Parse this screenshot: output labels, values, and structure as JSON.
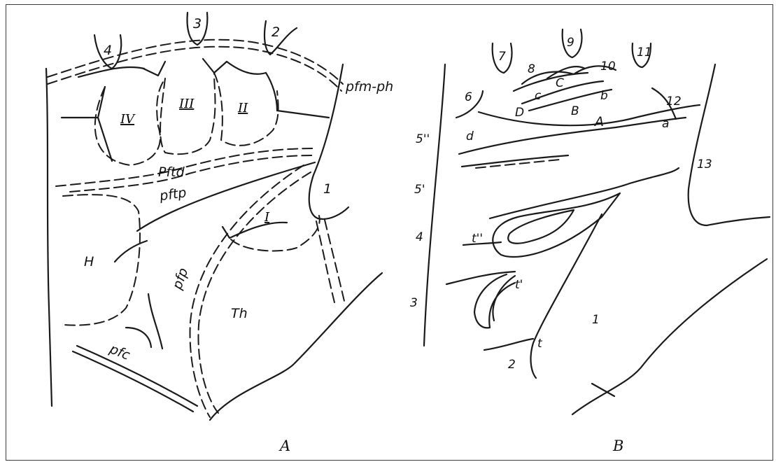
{
  "panels": {
    "left": {
      "caption": "A",
      "digit_labels": [
        "4",
        "3",
        "2",
        "1"
      ],
      "crease_labels": {
        "pfm_ph": "pfm-ph",
        "pftd": "Pftd",
        "pftp": "pftp",
        "pfp": "pfp",
        "pfc": "pfc"
      },
      "area_labels": {
        "IV": "IV",
        "III": "III",
        "II": "II",
        "I": "I",
        "H": "H",
        "Th": "Th"
      }
    },
    "right": {
      "caption": "B",
      "top_labels": [
        "7",
        "9",
        "11",
        "8",
        "10",
        "6",
        "12",
        "C",
        "c",
        "b",
        "D",
        "B",
        "A",
        "d",
        "a"
      ],
      "side_labels": [
        "5''",
        "5'",
        "4",
        "3",
        "13"
      ],
      "triradius_labels": [
        "t''",
        "t'",
        "t"
      ],
      "lower_labels": [
        "1",
        "2"
      ]
    }
  }
}
